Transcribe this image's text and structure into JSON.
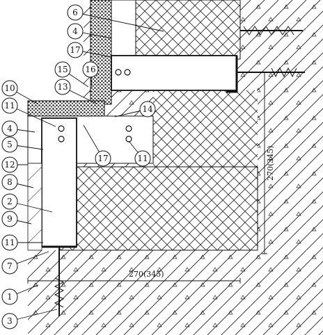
{
  "callouts": [
    "1",
    "2",
    "3",
    "4",
    "5",
    "6",
    "7",
    "8",
    "9",
    "10",
    "11",
    "12",
    "13",
    "14",
    "15",
    "16",
    "17"
  ],
  "dimensions": {
    "horizontal": "270(345)",
    "vertical": "270(345)"
  }
}
